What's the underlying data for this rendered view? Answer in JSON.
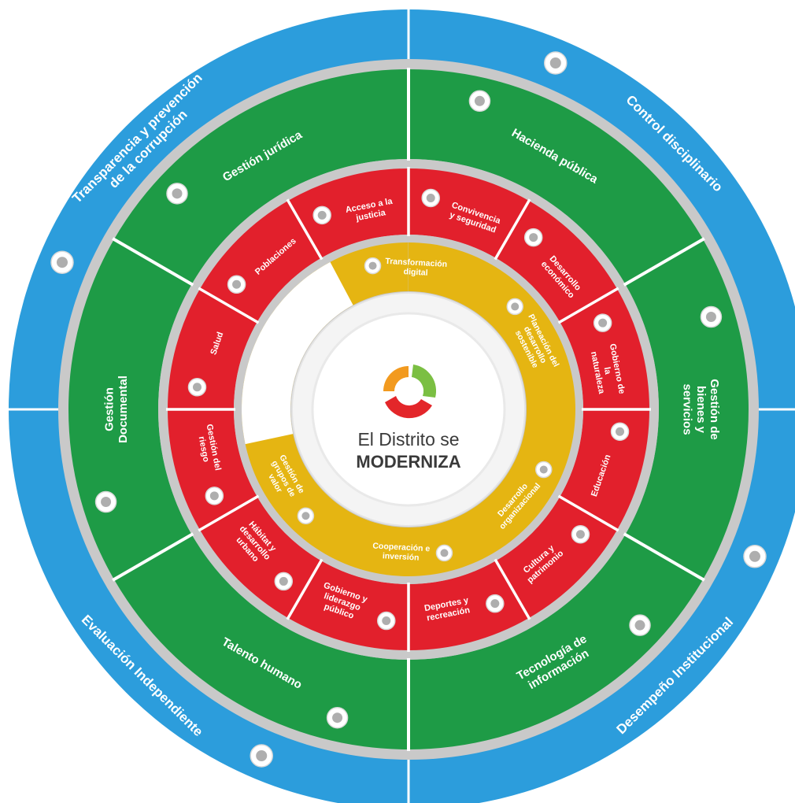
{
  "colors": {
    "outer_ring": "#2c9ddc",
    "green_ring": "#1e9b46",
    "red_ring": "#e2202c",
    "yellow_ring": "#e5b512",
    "separator": "#c9c9c9",
    "white": "#ffffff",
    "logo_orange": "#f29a1f",
    "logo_red": "#e3262a",
    "logo_green": "#7bbf43"
  },
  "center": {
    "line1": "El Distrito se",
    "line2": "MODERNIZA"
  },
  "outer_ring": [
    {
      "label": "Control disciplinario",
      "icon": "people-icon"
    },
    {
      "label": "Desempeño Institucional",
      "icon": "chart-icon"
    },
    {
      "label": "Evaluación Independiente",
      "icon": "clipboard-icon"
    },
    {
      "label": "Transparencia y prevención de la corrupción",
      "icon": "magnifier-icon"
    }
  ],
  "green_ring": [
    {
      "label": "Hacienda pública",
      "icon": "finance-icon"
    },
    {
      "label": "Gestión de bienes y servicios",
      "icon": "goods-icon"
    },
    {
      "label": "Tecnología de información",
      "icon": "computer-icon"
    },
    {
      "label": "Talento humano",
      "icon": "team-icon"
    },
    {
      "label": "Gestión Documental",
      "icon": "folder-icon"
    },
    {
      "label": "Gestión jurídica",
      "icon": "law-icon"
    }
  ],
  "red_ring": [
    {
      "label": "Convivencia y seguridad",
      "icon": "shield-icon"
    },
    {
      "label": "Desarrollo económico",
      "icon": "economy-icon"
    },
    {
      "label": "Gobierno de la naturaleza",
      "icon": "nature-icon"
    },
    {
      "label": "Educación",
      "icon": "education-icon"
    },
    {
      "label": "Cultura y patrimonio",
      "icon": "culture-icon"
    },
    {
      "label": "Deportes y recreación",
      "icon": "sports-icon"
    },
    {
      "label": "Gobierno y liderazgo público",
      "icon": "leadership-icon"
    },
    {
      "label": "Hábitat y desarrollo urbano",
      "icon": "habitat-icon"
    },
    {
      "label": "Gestión del riesgo",
      "icon": "risk-icon"
    },
    {
      "label": "Salud",
      "icon": "health-icon"
    },
    {
      "label": "Poblaciones",
      "icon": "population-icon"
    },
    {
      "label": "Acceso a la justicia",
      "icon": "justice-icon"
    }
  ],
  "yellow_ring": [
    {
      "label": "Transformación digital",
      "icon": "digital-icon"
    },
    {
      "label": "Planeación del desarrollo sostenible",
      "icon": "planning-icon"
    },
    {
      "label": "Desarrollo organizacional",
      "icon": "organization-icon"
    },
    {
      "label": "Cooperación e inversión",
      "icon": "cooperation-icon"
    },
    {
      "label": "Gestión de grupos de valor",
      "icon": "groups-icon"
    }
  ]
}
